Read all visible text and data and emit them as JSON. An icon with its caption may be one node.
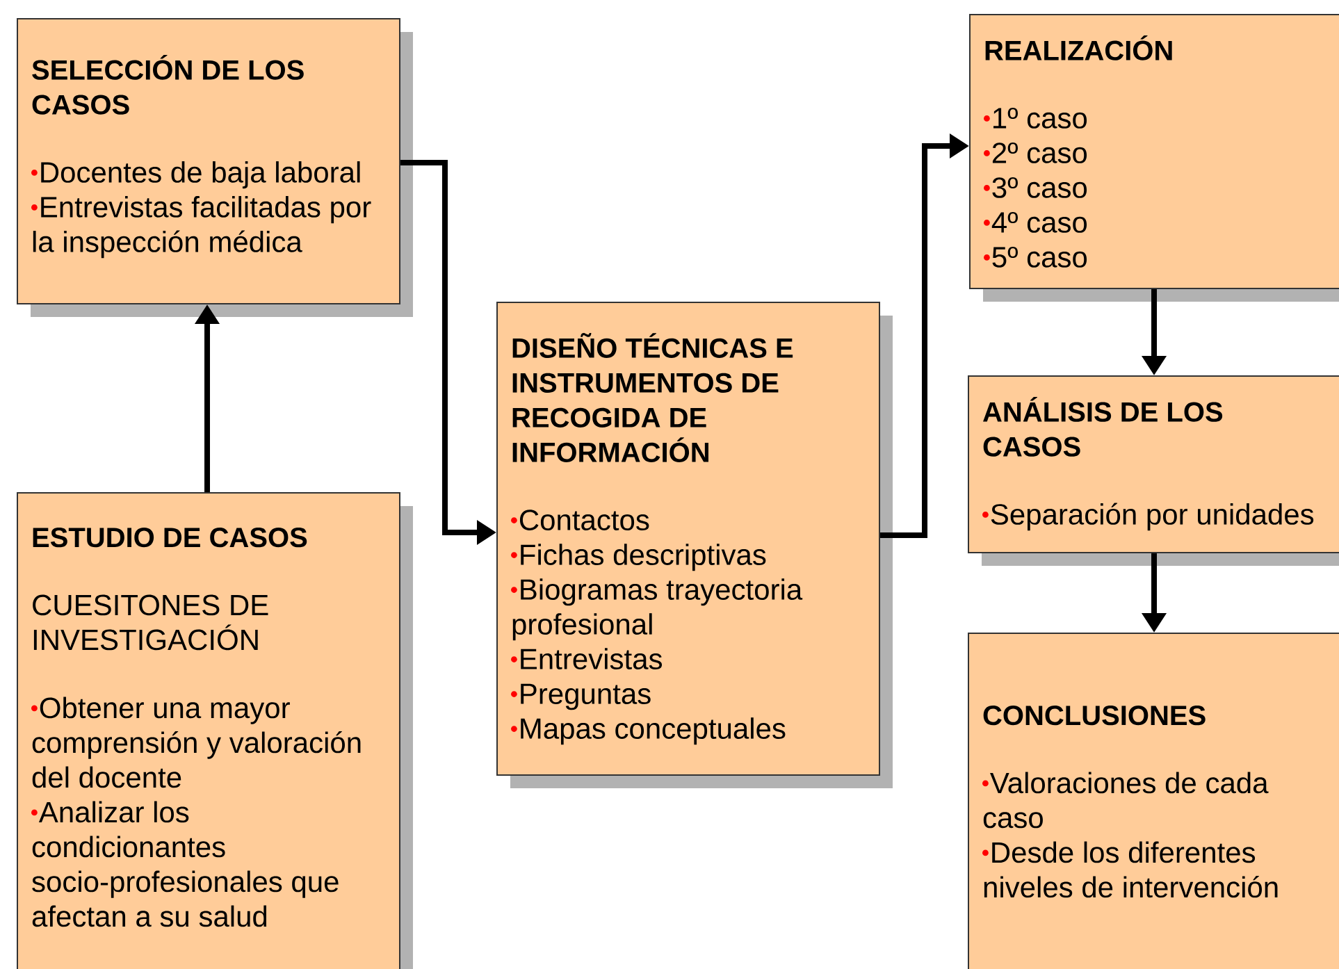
{
  "diagram": {
    "nodes": [
      {
        "text": [
          "SELECCIÓN DE LOS CASOS",
          "Docentes de baja laboral",
          "Entrevistas facilitadas por la inspección médica"
        ]
      },
      {
        "text": [
          "ESTUDIO DE CASOS",
          "CUESITONES DE INVESTIGACIÓN",
          "Obtener una mayor comprensión y valoración del docente",
          "Analizar los condicionantes socio-profesionales que afectan a su salud"
        ]
      },
      {
        "text": [
          "DISEÑO TÉCNICAS E INSTRUMENTOS DE RECOGIDA DE INFORMACIÓN",
          "Contactos",
          "Fichas descriptivas",
          "Biogramas trayectoria profesional",
          "Entrevistas",
          "Preguntas",
          "Mapas conceptuales"
        ]
      },
      {
        "text": [
          "REALIZACIÓN",
          "1º caso",
          "2º caso",
          "3º caso",
          "4º caso",
          "5º caso"
        ]
      },
      {
        "text": [
          "ANÁLISIS DE LOS CASOS",
          "Separación por unidades"
        ]
      },
      {
        "text": [
          "CONCLUSIONES",
          "Valoraciones de cada caso",
          "Desde los diferentes niveles de intervención"
        ]
      }
    ],
    "edges": [
      {
        "from": 1,
        "to": 0,
        "arrow": "to"
      },
      {
        "from": 0,
        "to": 2,
        "arrow": "to"
      },
      {
        "from": 2,
        "to": 3,
        "arrow": "to"
      },
      {
        "from": 3,
        "to": 4,
        "arrow": "to"
      },
      {
        "from": 4,
        "to": 5,
        "arrow": "to"
      }
    ]
  }
}
